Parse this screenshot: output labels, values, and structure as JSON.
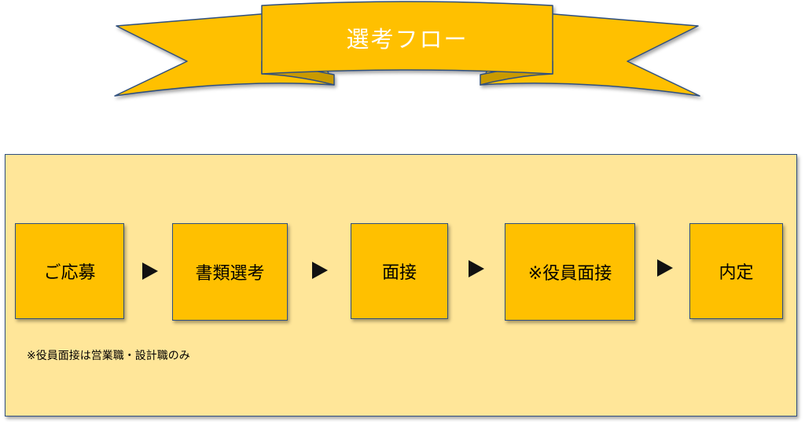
{
  "banner": {
    "title": "選考フロー",
    "fill_color": "#ffc000",
    "outline_color": "#2f4f7f",
    "text_color": "#ffffff"
  },
  "panel": {
    "fill_color": "#ffe699",
    "outline_color": "#2f4f7f"
  },
  "flow": {
    "steps": [
      {
        "label": "ご応募"
      },
      {
        "label": "書類選考"
      },
      {
        "label": "面接"
      },
      {
        "label": "※役員面接"
      },
      {
        "label": "内定"
      }
    ],
    "step_fill_color": "#ffc000",
    "arrow_color": "#111111",
    "arrow_icon": "triangle-right-icon"
  },
  "note": "※役員面接は営業職・設計職のみ"
}
